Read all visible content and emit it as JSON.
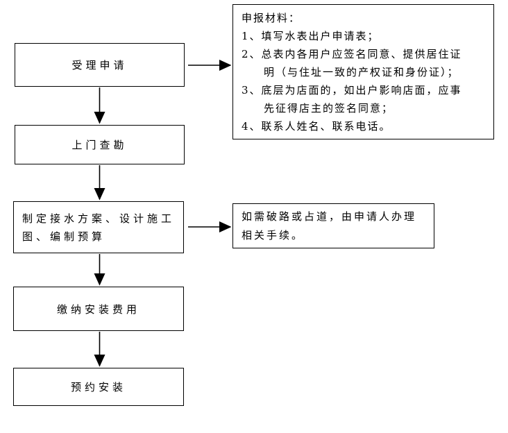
{
  "diagram": {
    "title": "water-meter-installation-flowchart",
    "colors": {
      "line": "#000000",
      "background": "#ffffff",
      "text": "#000000"
    },
    "steps": [
      {
        "label": "受理申请"
      },
      {
        "label": "上门查勘"
      },
      {
        "lines": [
          "制定接水方案、设计施工",
          "图、编制预算"
        ]
      },
      {
        "label": "缴纳安装费用"
      },
      {
        "label": "预约安装"
      }
    ],
    "materials_note": {
      "lines": [
        "申报材料：",
        "1、填写水表出户申请表；",
        "2、总表内各用户应签名同意、提供居住证",
        "明（与住址一致的产权证和身份证）；",
        "3、底层为店面的，如出户影响店面，应事",
        "先征得店主的签名同意；",
        "4、联系人姓名、联系电话。"
      ]
    },
    "road_note": {
      "lines": [
        "如需破路或占道，由申请人办理",
        "相关手续。"
      ]
    }
  }
}
